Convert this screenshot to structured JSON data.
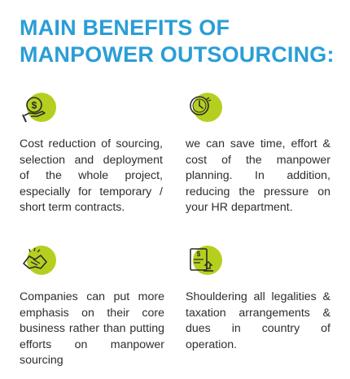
{
  "title": "MAIN BENEFITS OF MANPOWER OUTSOURCING:",
  "colors": {
    "title": "#2a9ed6",
    "accent": "#b6cf1f",
    "text": "#2e2e2e",
    "icon_stroke": "#2b2b2b"
  },
  "benefits": [
    {
      "icon": "dollar-hand-icon",
      "text": "Cost reduction of sourcing, selection and deployment of the whole project, especially for temporary / short term contracts."
    },
    {
      "icon": "clock-icon",
      "text": "we can save time, effort & cost of the manpower planning. In addition, reducing the pressure on your HR department."
    },
    {
      "icon": "handshake-icon",
      "text": "Companies can put more emphasis on their core business rather than putting efforts on manpower sourcing"
    },
    {
      "icon": "document-stamp-icon",
      "text": "Shouldering all legalities & taxation arrangements & dues in country of operation."
    }
  ]
}
